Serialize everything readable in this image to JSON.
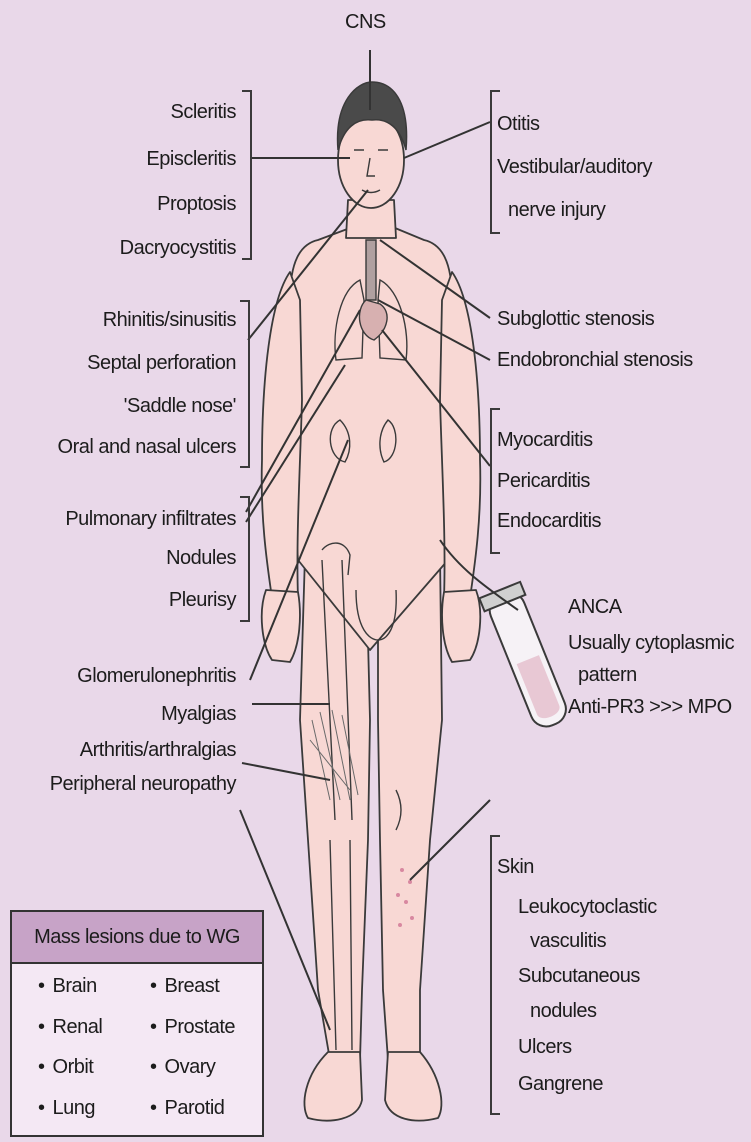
{
  "top_label": "CNS",
  "eye_labels": [
    "Scleritis",
    "Episcleritis",
    "Proptosis",
    "Dacryocystitis"
  ],
  "nose_labels": [
    "Rhinitis/sinusitis",
    "Septal perforation",
    "'Saddle nose'",
    "Oral and nasal ulcers"
  ],
  "lung_labels": [
    "Pulmonary infiltrates",
    "Nodules",
    "Pleurisy"
  ],
  "kidney_label": "Glomerulonephritis",
  "muscle_labels": [
    "Myalgias",
    "Arthritis/arthralgias",
    "Peripheral neuropathy"
  ],
  "ear_labels": [
    "Otitis",
    "Vestibular/auditory",
    "nerve injury"
  ],
  "airway_labels": [
    "Subglottic stenosis",
    "Endobronchial stenosis"
  ],
  "heart_labels": [
    "Myocarditis",
    "Pericarditis",
    "Endocarditis"
  ],
  "anca_labels": [
    "ANCA",
    "Usually cytoplasmic",
    "pattern",
    "Anti-PR3 >>> MPO"
  ],
  "skin_labels": [
    "Skin",
    "Leukocytoclastic",
    "vasculitis",
    "Subcutaneous",
    "nodules",
    "Ulcers",
    "Gangrene"
  ],
  "mass_box": {
    "title": "Mass lesions due to WG",
    "col1": [
      "Brain",
      "Renal",
      "Orbit",
      "Lung"
    ],
    "col2": [
      "Breast",
      "Prostate",
      "Ovary",
      "Parotid"
    ]
  }
}
